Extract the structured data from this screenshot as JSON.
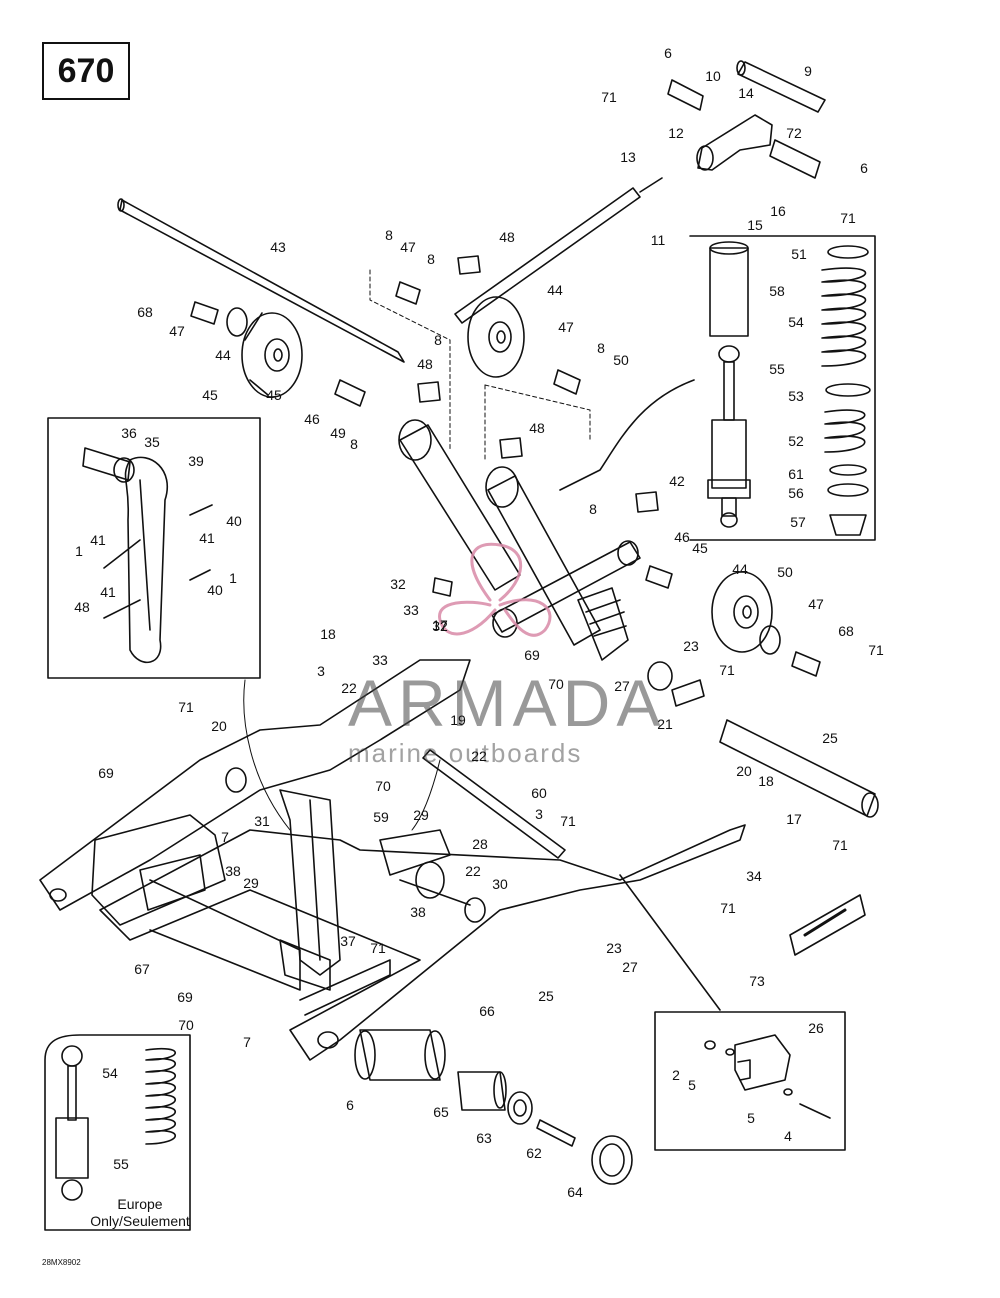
{
  "page_number": "670",
  "watermark": {
    "title": "ARMADA",
    "subtitle": "marine outboards"
  },
  "europe_note": "Europe\nOnly/Seulement",
  "drawing_code": "28MX8902",
  "callouts": [
    "6",
    "71",
    "10",
    "9",
    "14",
    "12",
    "72",
    "13",
    "6",
    "16",
    "15",
    "71",
    "11",
    "43",
    "8",
    "47",
    "8",
    "48",
    "68",
    "47",
    "8",
    "44",
    "45",
    "47",
    "8",
    "50",
    "44",
    "45",
    "48",
    "46",
    "49",
    "8",
    "48",
    "58",
    "51",
    "54",
    "55",
    "53",
    "52",
    "61",
    "56",
    "57",
    "36",
    "35",
    "39",
    "40",
    "41",
    "1",
    "41",
    "1",
    "41",
    "40",
    "48",
    "42",
    "8",
    "46",
    "45",
    "44",
    "50",
    "47",
    "68",
    "71",
    "32",
    "33",
    "17",
    "18",
    "33",
    "32",
    "23",
    "71",
    "3",
    "22",
    "69",
    "70",
    "27",
    "71",
    "20",
    "19",
    "22",
    "21",
    "25",
    "69",
    "70",
    "59",
    "60",
    "71",
    "3",
    "20",
    "18",
    "17",
    "71",
    "34",
    "31",
    "29",
    "7",
    "28",
    "22",
    "38",
    "29",
    "30",
    "38",
    "37",
    "71",
    "23",
    "71",
    "27",
    "73",
    "67",
    "25",
    "69",
    "70",
    "66",
    "7",
    "6",
    "65",
    "63",
    "62",
    "64",
    "26",
    "2",
    "5",
    "5",
    "4",
    "54",
    "55"
  ],
  "colors": {
    "line": "#111111",
    "watermark_pink": "#d98aa8",
    "watermark_gray": "#555555"
  }
}
